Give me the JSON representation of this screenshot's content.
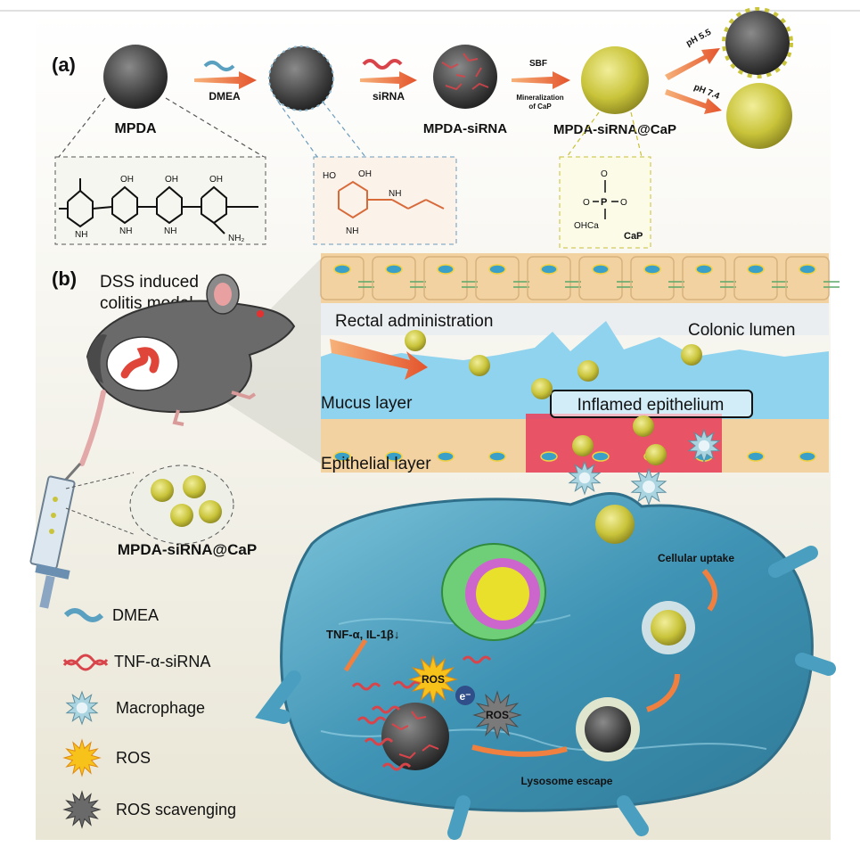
{
  "panel_a": {
    "label": "(a)",
    "step1_label": "DMEA",
    "step2_label": "siRNA",
    "step3_label": "SBF",
    "mineralization_line1": "Mineralization",
    "mineralization_line2": "of CaP",
    "particle1": "MPDA",
    "particle3": "MPDA-siRNA",
    "particle4": "MPDA-siRNA@CaP",
    "ph_low": "pH 5.5",
    "ph_high": "pH 7.4",
    "chem_nh2": "NH₂",
    "chem_nh": "NH",
    "chem_oh": "OH",
    "chem_ho": "HO",
    "cap_label": "CaP",
    "cap_ohca": "OHCa",
    "cap_o": "O",
    "cap_p": "P"
  },
  "panel_b": {
    "label": "(b)",
    "model_line1": "DSS induced",
    "model_line2": "colitis model",
    "rectal": "Rectal administration",
    "lumen": "Colonic lumen",
    "mucus": "Mucus layer",
    "inflamed": "Inflamed epithelium",
    "epithelial": "Epithelial layer",
    "syringe_label": "MPDA-siRNA@CaP",
    "uptake": "Cellular uptake",
    "lysosome": "Lysosome escape",
    "tnf": "TNF-α, IL-1β↓",
    "ros": "ROS",
    "ros2": "ROS",
    "electron": "e⁻"
  },
  "legend": [
    {
      "icon": "dmea-icon",
      "label": "DMEA"
    },
    {
      "icon": "sirna-icon",
      "label": "TNF-α-siRNA"
    },
    {
      "icon": "macrophage-icon",
      "label": "Macrophage"
    },
    {
      "icon": "ros-icon",
      "label": "ROS"
    },
    {
      "icon": "ros-scavenging-icon",
      "label": "ROS scavenging"
    }
  ],
  "colors": {
    "mpda": "#4a4a4a",
    "cap": "#c9c43a",
    "sirna": "#d9444a",
    "mucus": "#8fd3ee",
    "epithelium": "#f3d2a2",
    "inflamed": "#e8455f",
    "cell": "#4a9fc0"
  }
}
